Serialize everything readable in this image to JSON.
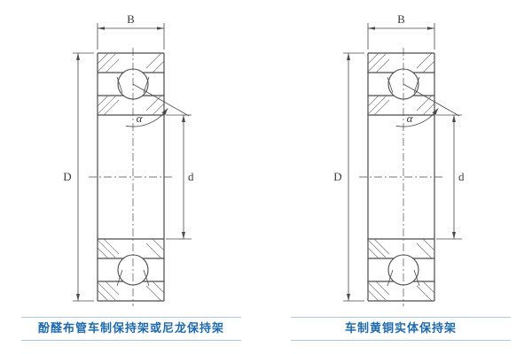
{
  "figure": {
    "diagrams": [
      {
        "caption": "酚醛布管车制保持架或尼龙保持架",
        "labels": {
          "width": "B",
          "outer_diameter": "D",
          "bore": "d",
          "contact_angle": "α"
        }
      },
      {
        "caption": "车制黄铜实体保持架",
        "labels": {
          "width": "B",
          "outer_diameter": "D",
          "bore": "d",
          "contact_angle": "α"
        }
      }
    ],
    "colors": {
      "line": "#4a4a4a",
      "hatch": "#6a6a6a",
      "caption_text": "#1e6ab0",
      "caption_rule": "#a9c7e2",
      "background": "#ffffff"
    }
  }
}
